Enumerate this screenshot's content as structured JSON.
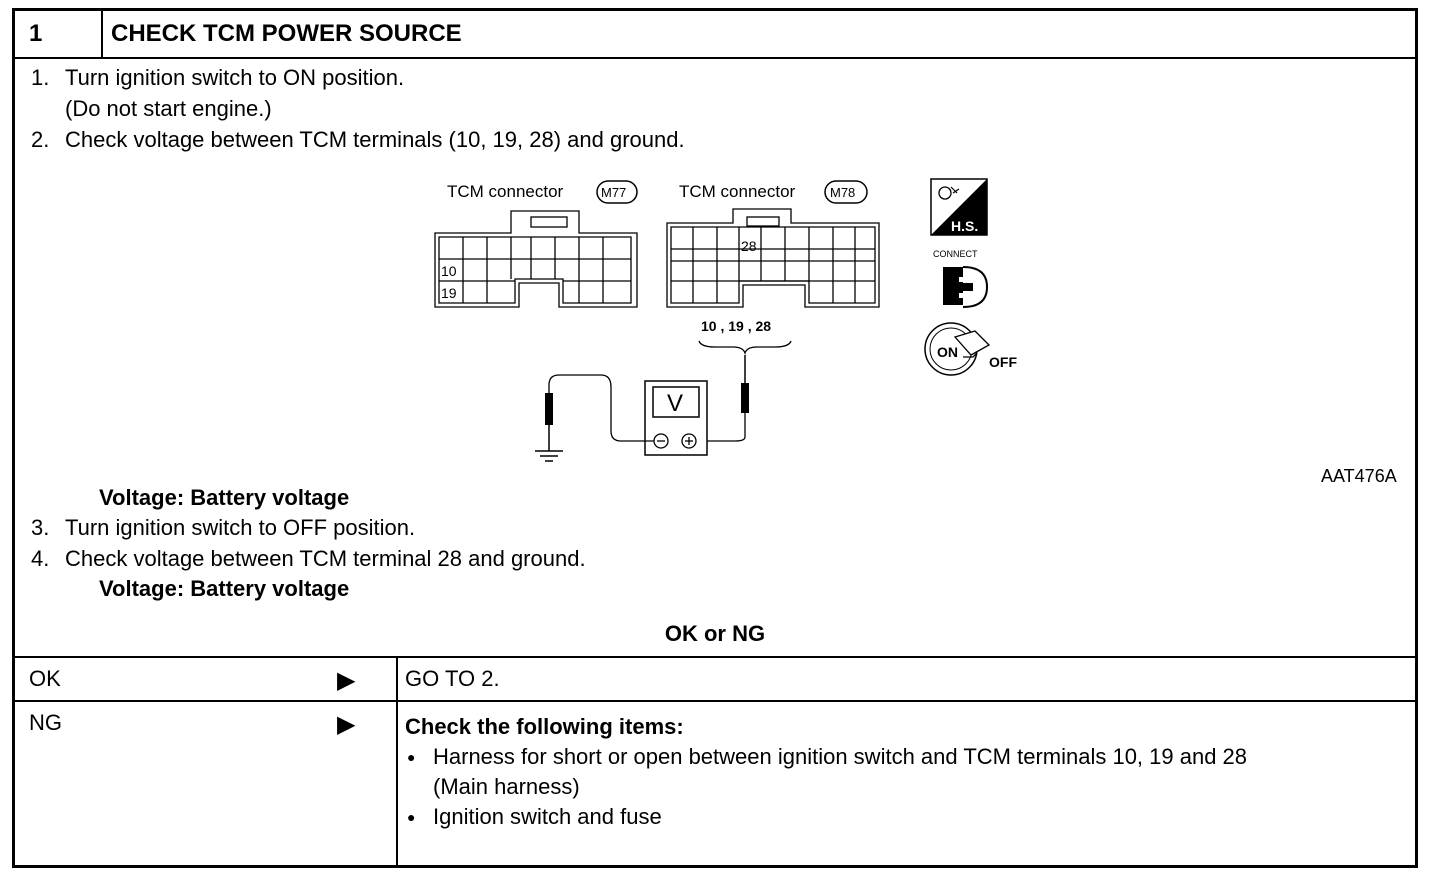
{
  "header": {
    "number": "1",
    "title": "CHECK TCM POWER SOURCE"
  },
  "steps": [
    {
      "n": "1.",
      "text": "Turn ignition switch to ON position."
    },
    {
      "n": "",
      "text": "(Do not start engine.)"
    },
    {
      "n": "2.",
      "text": "Check voltage between TCM terminals (10, 19, 28) and ground."
    }
  ],
  "figure": {
    "connector1_label": "TCM connector",
    "connector1_id": "M77",
    "connector2_label": "TCM connector",
    "connector2_id": "M78",
    "pin_10": "10",
    "pin_19": "19",
    "pin_28": "28",
    "probe_label": "10 , 19 , 28",
    "meter_letter": "V",
    "hs_label": "H.S.",
    "connect_label": "CONNECT",
    "switch_on": "ON",
    "switch_off": "OFF",
    "code": "AAT476A"
  },
  "spec1": "Voltage: Battery voltage",
  "steps2": [
    {
      "n": "3.",
      "text": "Turn ignition switch to OFF position."
    },
    {
      "n": "4.",
      "text": "Check voltage between TCM terminal 28 and ground."
    }
  ],
  "spec2": "Voltage: Battery voltage",
  "okng_label": "OK or NG",
  "ok": {
    "label": "OK",
    "arrow": "▶",
    "result": "GO TO 2."
  },
  "ng": {
    "label": "NG",
    "arrow": "▶",
    "heading": "Check the following items:",
    "items": [
      "Harness for short or open between ignition switch and TCM terminals 10, 19 and 28",
      "(Main harness)",
      "Ignition switch and fuse"
    ],
    "bullet": "●"
  }
}
